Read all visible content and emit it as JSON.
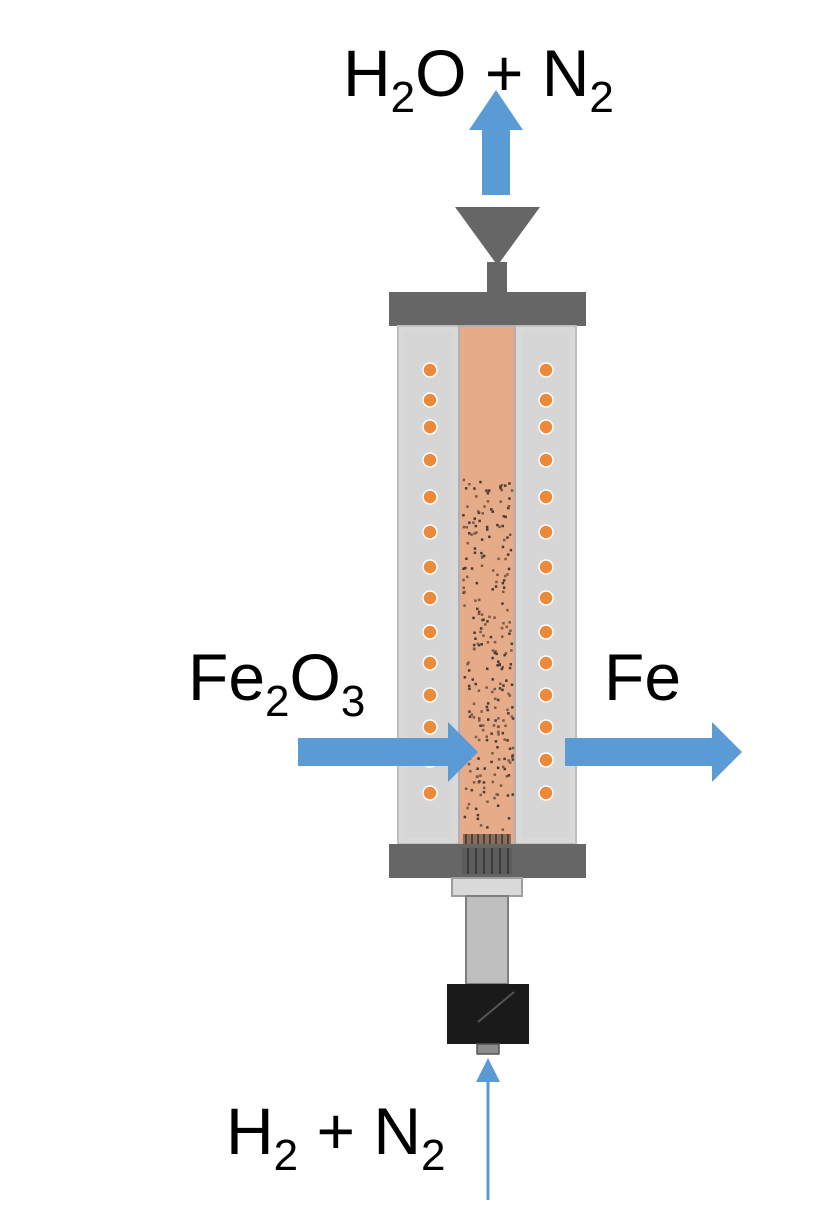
{
  "labels": {
    "outlet": {
      "a": "H",
      "a_sub": "2",
      "b": "O + N",
      "b_sub": "2"
    },
    "solid_in": {
      "a": "Fe",
      "a_sub": "2",
      "b": "O",
      "b_sub": "3"
    },
    "solid_out": {
      "a": "Fe"
    },
    "inlet": {
      "a": "H",
      "a_sub": "2",
      "b": " + N",
      "b_sub": "2"
    }
  },
  "colors": {
    "arrow": "#5b9bd5",
    "frame": "#666666",
    "housing": "#d9d9d9",
    "bed": "#e6ab88",
    "heater_dot": "#ed8a3a",
    "valve": "#1a1a1a"
  }
}
